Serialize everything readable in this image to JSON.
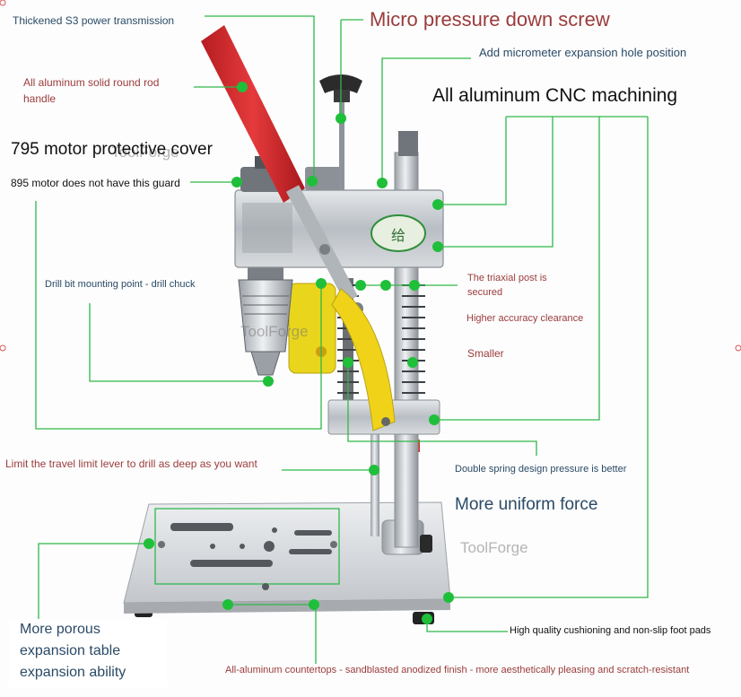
{
  "labels": {
    "thickened_s3": "Thickened S3 power transmission",
    "micro_pressure": "Micro pressure down screw",
    "micrometer_hole": "Add micrometer expansion hole position",
    "aluminum_handle_1": "All aluminum solid round rod",
    "aluminum_handle_2": "handle",
    "cnc_machining": "All aluminum CNC machining",
    "motor_cover": "795 motor protective cover",
    "motor_guard": "895 motor does not have this guard",
    "drill_chuck": "Drill bit mounting point - drill chuck",
    "triaxial_1": "The triaxial post is",
    "triaxial_2": "secured",
    "accuracy": "Higher accuracy clearance",
    "smaller": "Smaller",
    "limit_lever": "Limit the travel limit lever to drill as deep as you want",
    "double_spring": "Double spring design pressure is better",
    "uniform_force": "More uniform force",
    "porous_1": "More porous",
    "porous_2": "expansion table",
    "porous_3": "expansion ability",
    "foot_pads": "High quality cushioning and non-slip foot pads",
    "countertops": "All-aluminum countertops - sandblasted anodized finish - more aesthetically pleasing and scratch-resistant"
  },
  "watermarks": {
    "wm1": "ToolForge",
    "wm2": "ToolForge",
    "wm3": "ToolForge"
  },
  "plate_badge": "给",
  "colors": {
    "leader_line": "#2fb84a",
    "callout_dot": "#1fbf3a",
    "handle_red": "#d9282b",
    "lever_yellow": "#f2d21a",
    "aluminum": "#c9ced3"
  }
}
